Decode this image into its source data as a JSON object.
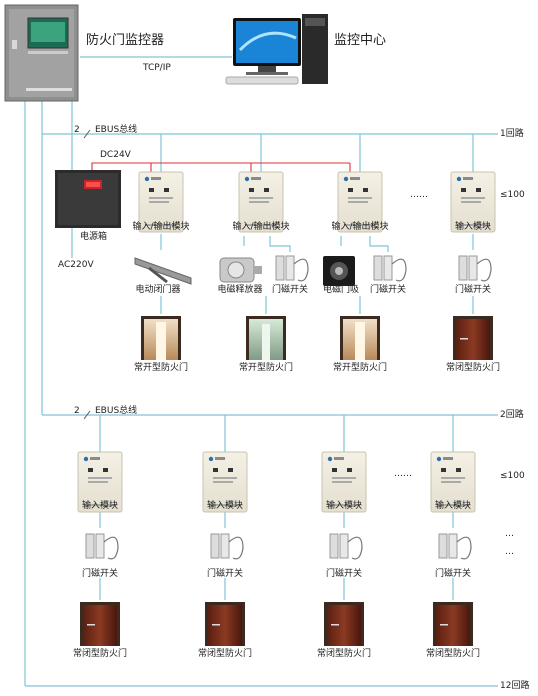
{
  "controller": {
    "label": "防火门监控器"
  },
  "monitor": {
    "label": "监控中心"
  },
  "network": {
    "label": "TCP/IP"
  },
  "bus_loop1": {
    "count": "2",
    "label": "EBUS总线",
    "loop": "1回路"
  },
  "bus_loop2": {
    "count": "2",
    "label": "EBUS总线",
    "loop": "2回路"
  },
  "bus_loop12": {
    "loop": "12回路"
  },
  "power": {
    "box": "电源箱",
    "dc": "DC24V",
    "ac": "AC220V"
  },
  "row1": {
    "modules": [
      "输入/输出模块",
      "输入/输出模块",
      "输入/输出模块",
      "输入模块"
    ],
    "devices": [
      "电动闭门器",
      "电磁释放器",
      "门磁开关",
      "电磁门吸",
      "门磁开关",
      "门磁开关"
    ],
    "doors": [
      "常开型防火门",
      "常开型防火门",
      "常开型防火门",
      "常闭型防火门"
    ],
    "ellipsis": "……",
    "max": "≤100"
  },
  "row2": {
    "modules": [
      "输入模块",
      "输入模块",
      "输入模块",
      "输入模块"
    ],
    "devices": [
      "门磁开关",
      "门磁开关",
      "门磁开关",
      "门磁开关"
    ],
    "doors": [
      "常闭型防火门",
      "常闭型防火门",
      "常闭型防火门",
      "常闭型防火门"
    ],
    "ellipsis": "……",
    "side_dots": "…",
    "max": "≤100"
  },
  "colors": {
    "bus": "#7fc4d8",
    "power": "#d33",
    "frame": "#888"
  }
}
